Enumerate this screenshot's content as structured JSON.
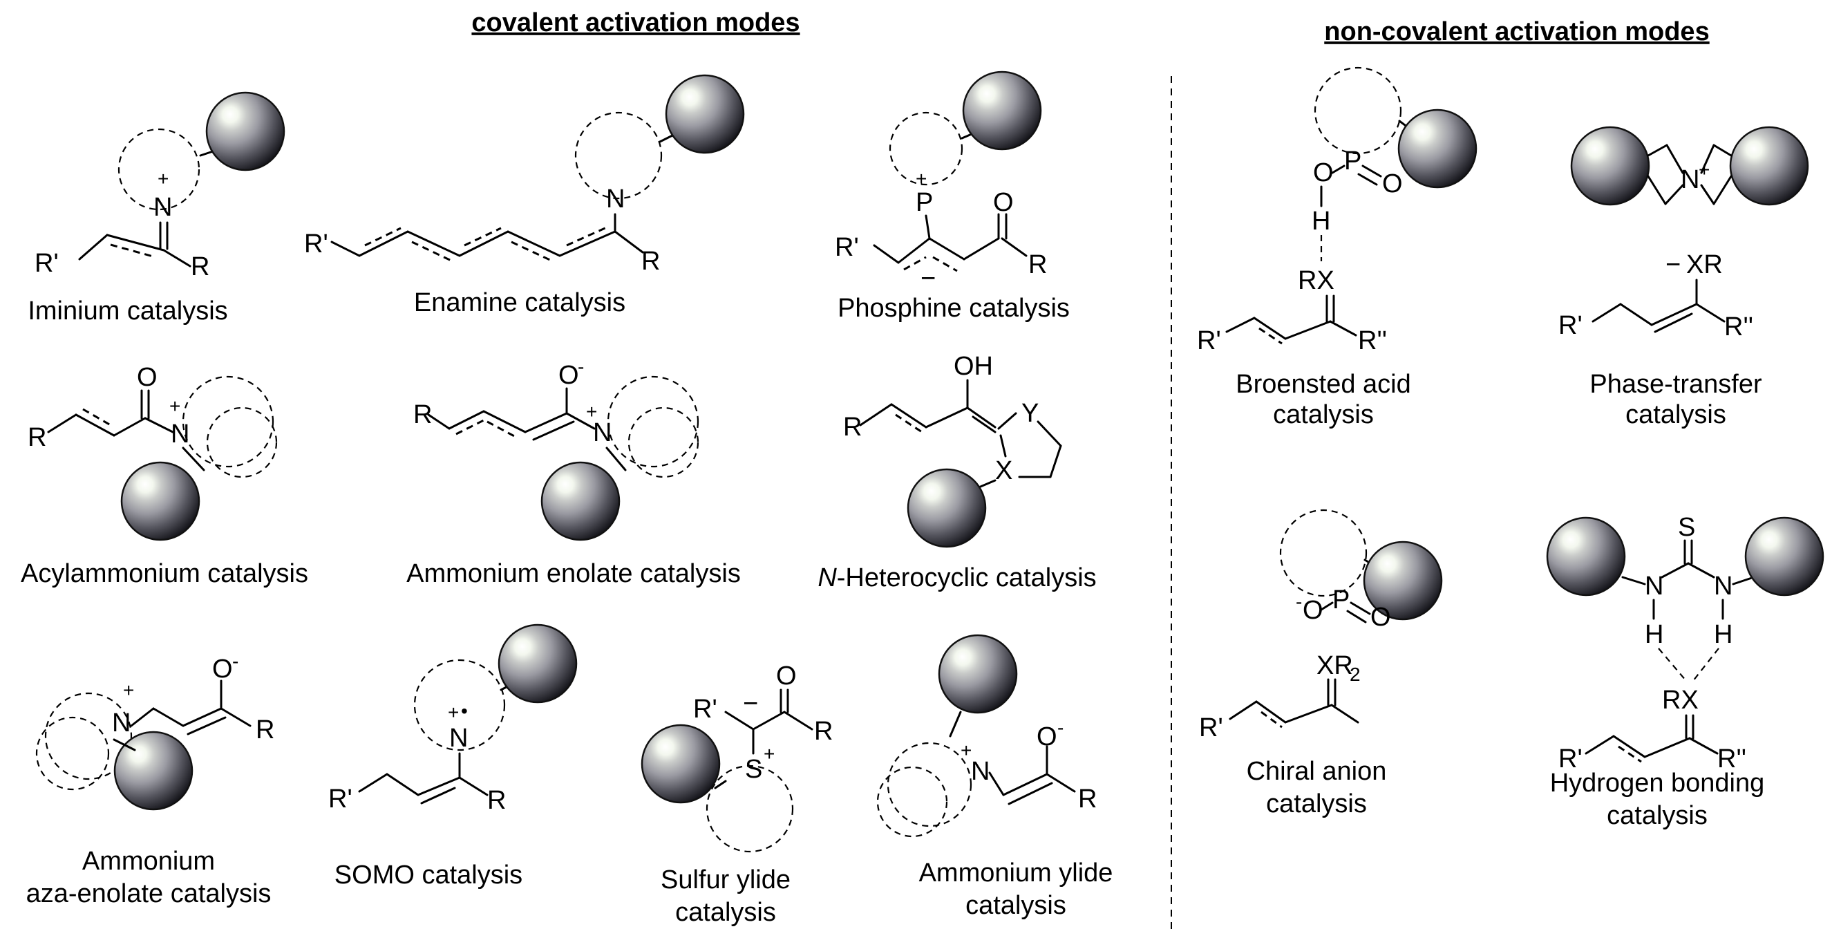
{
  "headers": {
    "covalent": "covalent activation modes",
    "noncovalent": "non-covalent activation modes"
  },
  "labels": {
    "iminium": "Iminium catalysis",
    "enamine": "Enamine  catalysis",
    "phosphine": "Phosphine  catalysis",
    "acylammonium": "Acylammonium catalysis",
    "ammonium_enolate": "Ammonium enolate catalysis",
    "nhc_italic": "N",
    "nhc_rest": "-Heterocyclic catalysis",
    "aza_enolate_1": "Ammonium",
    "aza_enolate_2": "aza-enolate catalysis",
    "somo": "SOMO catalysis",
    "sulfur_ylide_1": "Sulfur ylide",
    "sulfur_ylide_2": "catalysis",
    "ammonium_ylide_1": "Ammonium ylide",
    "ammonium_ylide_2": "catalysis",
    "broensted_1": "Broensted acid",
    "broensted_2": "catalysis",
    "ptc_1": "Phase-transfer",
    "ptc_2": "catalysis",
    "chiral_anion_1": "Chiral anion",
    "chiral_anion_2": "catalysis",
    "hbond_1": "Hydrogen bonding",
    "hbond_2": "catalysis"
  },
  "atoms": {
    "N": "N",
    "P": "P",
    "S": "S",
    "O": "O",
    "X": "X",
    "Y": "Y",
    "H": "H",
    "R": "R",
    "R1": "R'",
    "R2": "R''",
    "RX": "RX",
    "XR": "XR",
    "XR2": "XR",
    "sub2": "2",
    "OH": "OH",
    "Ominus": "O",
    "plus": "+",
    "minus": "−",
    "dot": "•",
    "anion_minus": "-"
  },
  "colors": {
    "ink": "#000000",
    "sphere_light": "#ffffff",
    "sphere_mid": "#a8a8b0",
    "sphere_dark": "#1e1e24"
  }
}
